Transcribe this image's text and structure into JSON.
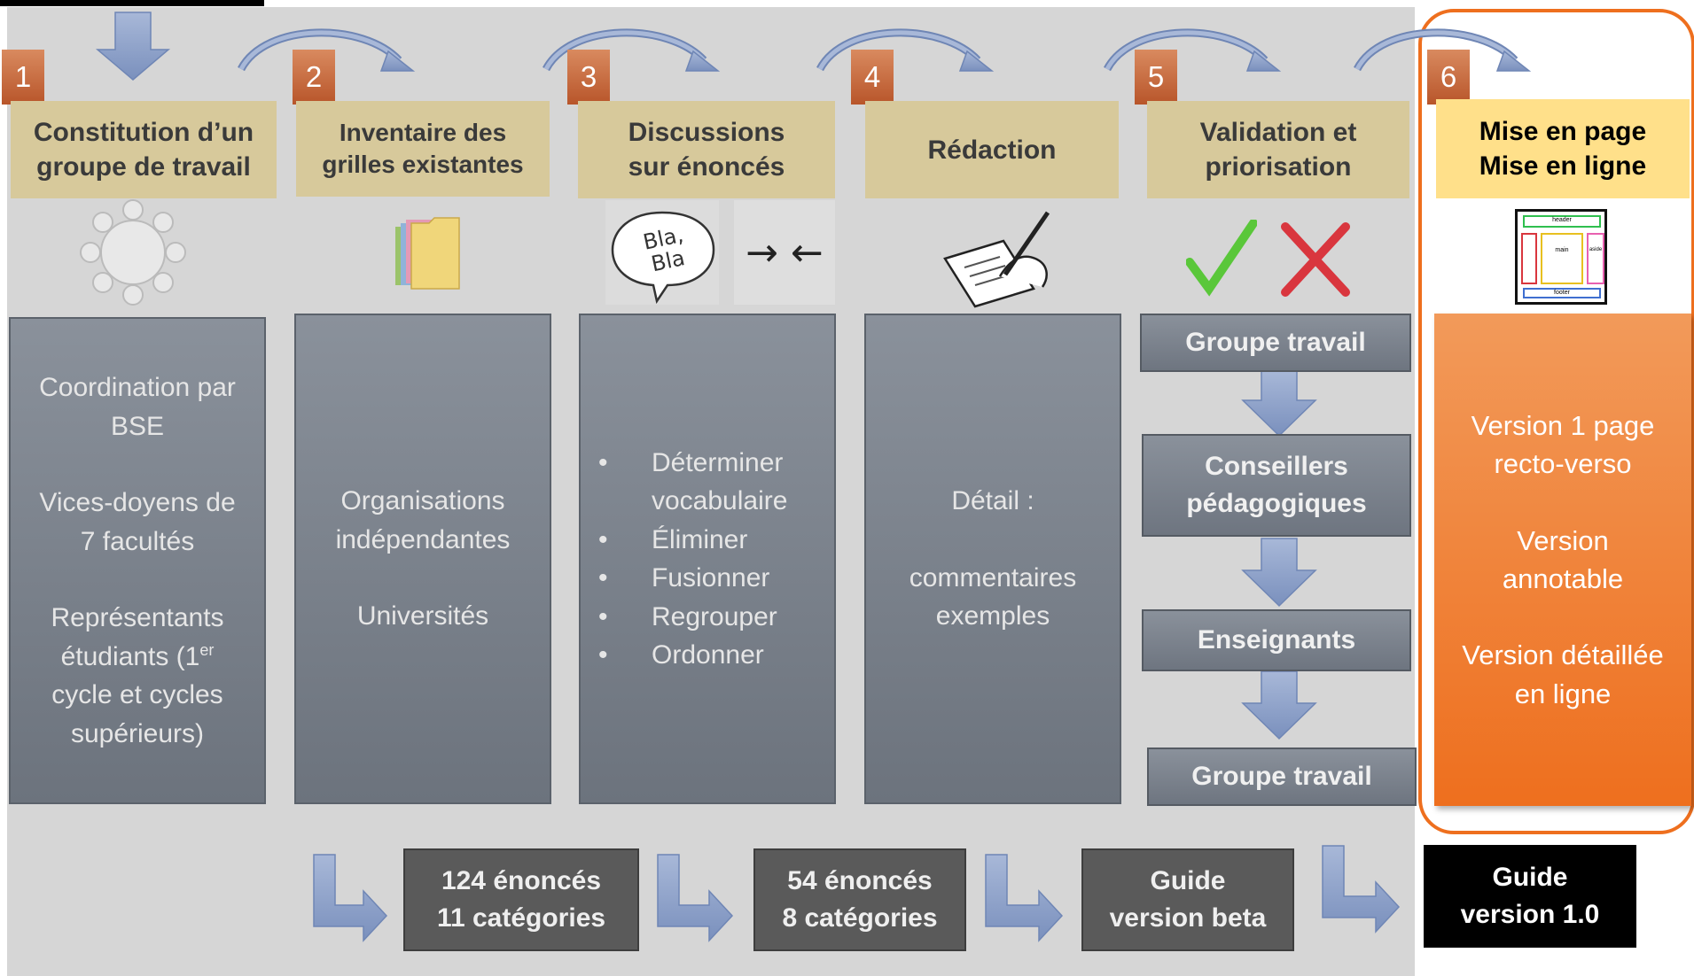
{
  "steps": [
    {
      "number": "1",
      "title_lines": [
        "Constitution d’un",
        "groupe de travail"
      ],
      "panel_lines": [
        "Coordination par",
        "BSE",
        "",
        "Vices-doyens de",
        "7 facultés",
        "",
        "Représentants",
        "étudiants (1",
        "er",
        ")",
        "cycle et cycles",
        "supérieurs)"
      ]
    },
    {
      "number": "2",
      "title_lines": [
        "Inventaire des",
        "grilles existantes"
      ],
      "panel_lines": [
        "Organisations",
        "indépendantes",
        "",
        "Universités"
      ]
    },
    {
      "number": "3",
      "title_lines": [
        "Discussions",
        "sur énoncés"
      ],
      "bullets": [
        "Déterminer vocabulaire",
        "Éliminer",
        "Fusionner",
        "Regrouper",
        "Ordonner"
      ],
      "bullet_symbol": "•",
      "speech_text": [
        "Bla,",
        "Bla"
      ],
      "arrows_text": "→ ←"
    },
    {
      "number": "4",
      "title_lines": [
        "Rédaction"
      ],
      "panel_lines": [
        "Détail :",
        "",
        "commentaires",
        "exemples"
      ]
    },
    {
      "number": "5",
      "title_lines": [
        "Validation et",
        "priorisation"
      ],
      "validation_chain": [
        "Groupe travail",
        "Conseillers pédagogiques",
        "Enseignants",
        "Groupe travail"
      ]
    },
    {
      "number": "6",
      "title_lines": [
        "Mise en page",
        "Mise en ligne"
      ],
      "panel_lines": [
        "Version 1 page",
        "recto-verso",
        "",
        "Version",
        "annotable",
        "",
        "Version détaillée",
        "en ligne"
      ],
      "wireframe_labels": [
        "header",
        "main",
        "aside",
        "footer"
      ]
    }
  ],
  "outputs": [
    {
      "lines": [
        "124 énoncés",
        "11 catégories"
      ]
    },
    {
      "lines": [
        "54 énoncés",
        "8 catégories"
      ]
    },
    {
      "lines": [
        "Guide",
        "version beta"
      ]
    },
    {
      "lines": [
        "Guide",
        "version 1.0"
      ]
    }
  ],
  "colors": {
    "accent_orange": "#ee6f1e",
    "header_tan": "#d7c99b",
    "header_yellow": "#ffe08a",
    "panel_gray": "#7b828c",
    "arrow_blue": "#8fa3c8",
    "check_green": "#5ac73a",
    "cross_red": "#d9363e"
  }
}
